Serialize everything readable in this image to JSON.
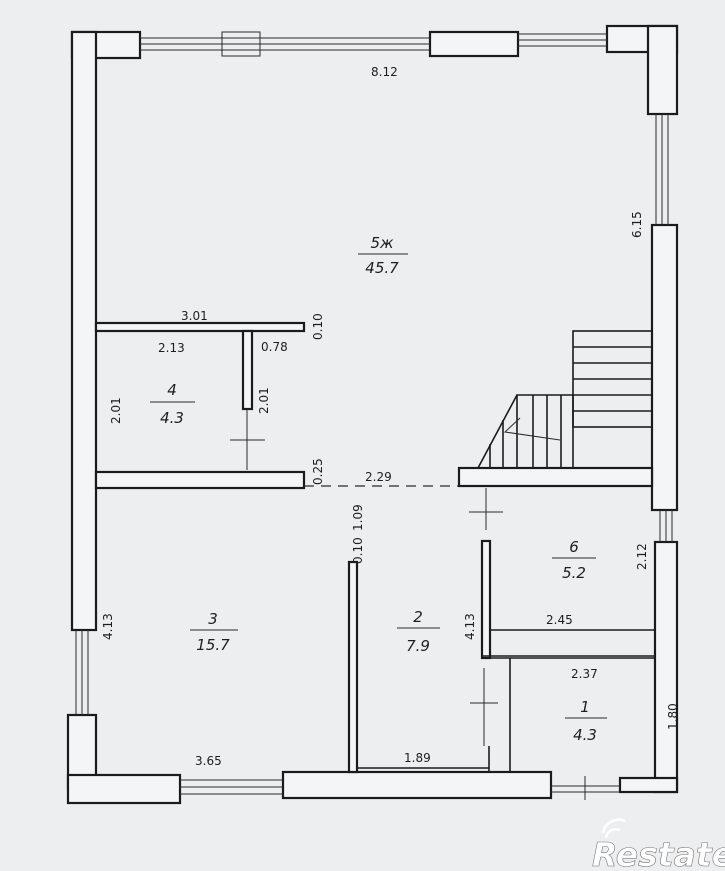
{
  "rooms": [
    {
      "number": "5ж",
      "area": "45.7"
    },
    {
      "number": "4",
      "area": "4.3"
    },
    {
      "number": "3",
      "area": "15.7"
    },
    {
      "number": "2",
      "area": "7.9"
    },
    {
      "number": "6",
      "area": "5.2"
    },
    {
      "number": "1",
      "area": "4.3"
    }
  ],
  "dimensions": {
    "top_width": "8.12",
    "right_upper": "6.15",
    "partition_top": "3.01",
    "partition_thick": "0.10",
    "room4_width": "2.13",
    "room4_door": "0.78",
    "room4_height": "2.01",
    "room4_inner": "2.01",
    "room4_wall": "0.25",
    "hall_width": "2.29",
    "hall_depth": "1.09",
    "hall_wall": "0.10",
    "room3_height": "4.13",
    "room3_width": "3.65",
    "room2_height": "4.13",
    "room2_width": "1.89",
    "room6_width": "2.45",
    "room6_height": "2.12",
    "room1_width": "2.37",
    "room1_height": "1.80"
  },
  "watermark": "Restate"
}
